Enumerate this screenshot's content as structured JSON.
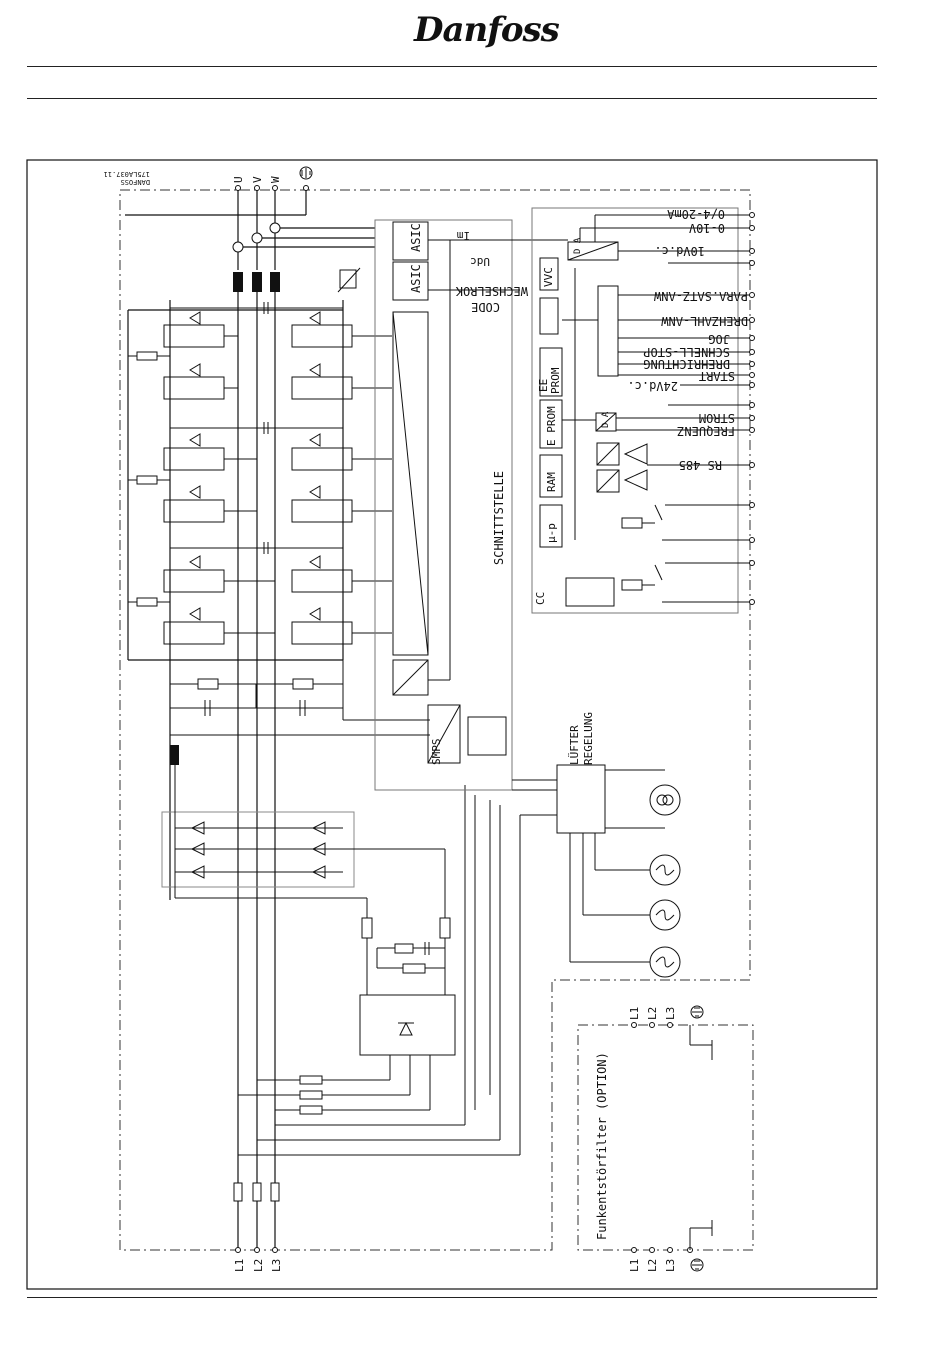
{
  "header": {
    "brand": "Danfoss"
  },
  "diagram": {
    "stamp": [
      "175LA037.11",
      "DANFOSS"
    ],
    "motor_terminals": [
      "U",
      "V",
      "W"
    ],
    "mains_terminals": [
      "L1",
      "L2",
      "L3"
    ],
    "filter_terminals_top": [
      "L1",
      "L2",
      "L3"
    ],
    "filter_terminals_bottom": [
      "L1",
      "L2",
      "L3"
    ],
    "blocks": {
      "asic_top": "ASIC",
      "asic_mid": "ASIC",
      "vvc": "VVC",
      "wechselrok": "WECHSELROK",
      "code": "CODE",
      "ee_prom_1": "EE",
      "ee_prom_2": "PROM",
      "eprom": "E PROM",
      "ram": "RAM",
      "mup": "μ-p",
      "cc": "CC",
      "schnittstelle": "SCHNITTSTELLE",
      "smps": "SMPS",
      "luefter_1": "LÜFTER",
      "luefter_2": "REGELUNG",
      "da_top": "D A",
      "da_mid": "D A",
      "im": "Im",
      "udc": "Udc"
    },
    "control_terminals": [
      "0/4-20mA",
      "0-10V",
      "10Vd.c.",
      "PARA.SATZ-ANW",
      "DREHZAHL-ANW",
      "JOG",
      "SCHNELL-STOP",
      "DREHRICHTUNG",
      "START",
      "24Vd.c.",
      "STROM",
      "FREQUENZ",
      "RS 485"
    ],
    "filter_label": "Funkentstörfilter (OPTION)"
  }
}
